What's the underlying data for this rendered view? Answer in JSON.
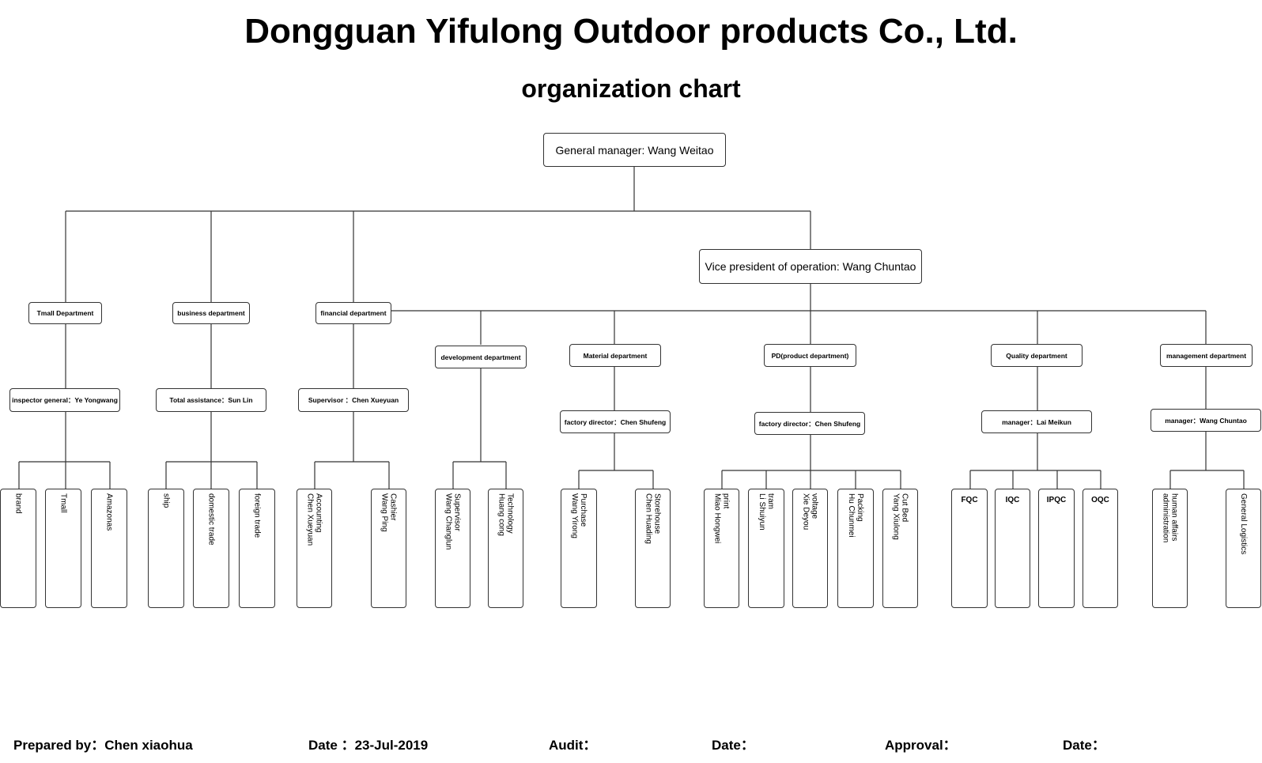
{
  "header": {
    "title": "Dongguan Yifulong Outdoor products Co., Ltd.",
    "subtitle": "organization chart"
  },
  "top": {
    "general_manager": "General manager: Wang Weitao",
    "vice_president": "Vice president of operation: Wang Chuntao"
  },
  "departments": {
    "tmall": {
      "name": "Tmall Department",
      "head": "inspector general：Ye Yongwang",
      "units": [
        "brand",
        "Tmall",
        "Amazonas"
      ]
    },
    "business": {
      "name": "business department",
      "head": "Total assistance：Sun Lin",
      "units": [
        "ship",
        "domestic trade",
        "foreign trade"
      ]
    },
    "financial": {
      "name": "financial department",
      "head": "Supervisor ：Chen Xueyuan",
      "units": [
        "Accounting\nChen Xueyuan",
        "Cashier\nWang Ping"
      ]
    },
    "development": {
      "name": "development department",
      "units": [
        "Supervisor\nWang Changlun",
        "Technology\nHuang cong"
      ]
    },
    "material": {
      "name": "Material department",
      "head": "factory director：Chen Shufeng",
      "units": [
        "Purchase\nWang Yirong",
        "Storehouse\nChen Huading"
      ]
    },
    "pd": {
      "name": "PD(product department)",
      "head": "factory director：Chen Shufeng",
      "units": [
        "print\nMiao Hongwei",
        "tram\nLi Shuiyun",
        "voltage\nXie Deyou",
        "Packing\nHu Chunmei",
        "Cut Bed\nYang Xiulong"
      ]
    },
    "quality": {
      "name": "Quality department",
      "head": "manager：Lai Meikun",
      "units": [
        "FQC",
        "IQC",
        "IPQC",
        "OQC"
      ]
    },
    "management": {
      "name": "management department",
      "head": "manager：Wang Chuntao",
      "units": [
        "human affairs\nadministration",
        "General Logistics"
      ]
    }
  },
  "footer": {
    "prepared_by": "Prepared by：Chen xiaohua",
    "date_label": "Date ：23-Jul-2019",
    "audit": "Audit：",
    "date2": "Date：",
    "approval": "Approval：",
    "date3": "Date："
  }
}
